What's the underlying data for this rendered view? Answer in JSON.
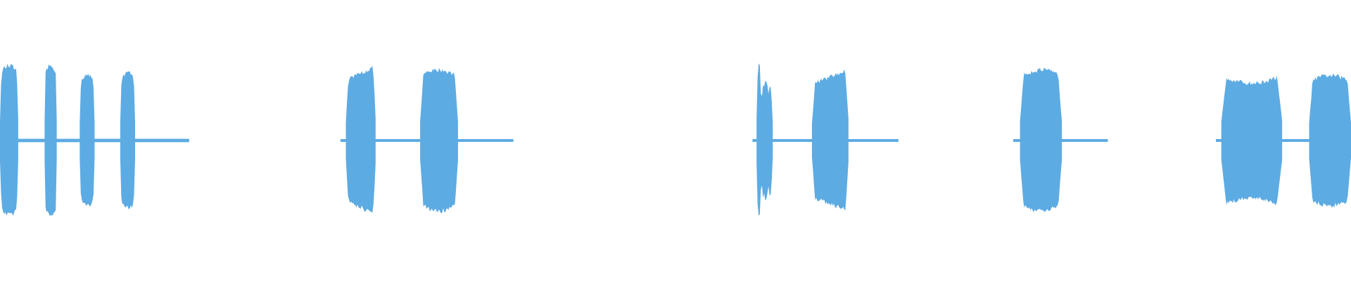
{
  "waveform": {
    "color": "#5DABE3",
    "background": "#FFFFFF",
    "duration_fraction_axis": "time",
    "segments": [
      {
        "start": 0.0,
        "end": 0.0135,
        "peak": 0.55,
        "shape": "flat"
      },
      {
        "start": 0.033,
        "end": 0.042,
        "peak": 0.55,
        "shape": "flat"
      },
      {
        "start": 0.059,
        "end": 0.07,
        "peak": 0.48,
        "shape": "flat"
      },
      {
        "start": 0.089,
        "end": 0.1,
        "peak": 0.5,
        "shape": "flat"
      },
      {
        "start": 0.256,
        "end": 0.278,
        "peak": 0.55,
        "shape": "rising"
      },
      {
        "start": 0.311,
        "end": 0.339,
        "peak": 0.52,
        "shape": "flat"
      },
      {
        "start": 0.56,
        "end": 0.572,
        "peak": 0.55,
        "shape": "spiky"
      },
      {
        "start": 0.601,
        "end": 0.628,
        "peak": 0.52,
        "shape": "rising"
      },
      {
        "start": 0.755,
        "end": 0.786,
        "peak": 0.52,
        "shape": "flat"
      },
      {
        "start": 0.904,
        "end": 0.949,
        "peak": 0.48,
        "shape": "dip"
      },
      {
        "start": 0.969,
        "end": 1.0,
        "peak": 0.48,
        "shape": "flat"
      }
    ],
    "baseline_segments": [
      {
        "start": 0.0135,
        "end": 0.14,
        "level": 0.012
      },
      {
        "start": 0.252,
        "end": 0.38,
        "level": 0.01
      },
      {
        "start": 0.557,
        "end": 0.665,
        "level": 0.01
      },
      {
        "start": 0.75,
        "end": 0.82,
        "level": 0.01
      },
      {
        "start": 0.9,
        "end": 0.969,
        "level": 0.01
      }
    ]
  }
}
